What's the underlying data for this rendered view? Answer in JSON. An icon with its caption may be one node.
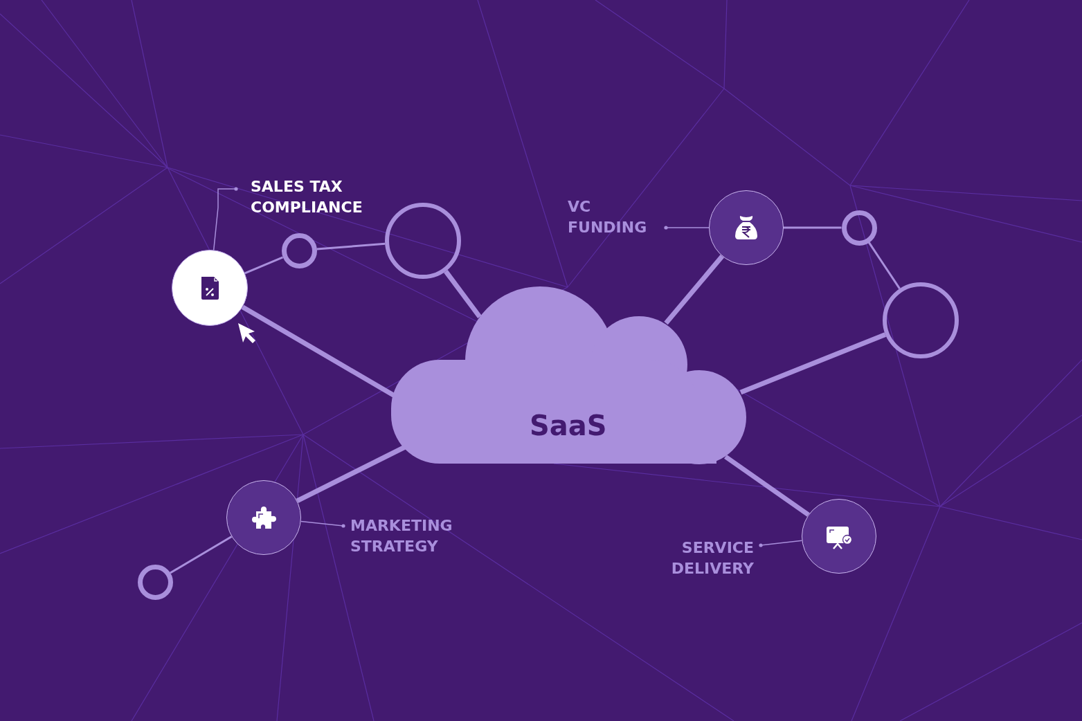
{
  "diagram": {
    "nodes": [
      {
        "text": [
          "SaaS"
        ]
      },
      {
        "text": [
          "SALES TAX COMPLIANCE"
        ]
      },
      {
        "text": [],
        "shape": "circle"
      },
      {
        "text": [],
        "shape": "circle"
      },
      {
        "text": [],
        "shape": "circle"
      },
      {
        "text": [
          "VC FUNDING"
        ]
      },
      {
        "text": [],
        "shape": "circle"
      },
      {
        "text": [],
        "shape": "circle"
      },
      {
        "text": [],
        "shape": "circle"
      },
      {
        "text": [
          "MARKETING STRATEGY"
        ]
      },
      {
        "text": [],
        "shape": "circle"
      },
      {
        "text": [],
        "shape": "circle"
      },
      {
        "text": [
          "SERVICE DELIVERY"
        ]
      },
      {
        "text": [],
        "shape": "circle"
      }
    ],
    "edges": [
      {
        "from": 2,
        "to": 0,
        "arrow": "none",
        "style": "thick"
      },
      {
        "from": 2,
        "to": 3,
        "arrow": "none"
      },
      {
        "from": 3,
        "to": 4,
        "arrow": "none"
      },
      {
        "from": 4,
        "to": 0,
        "arrow": "none",
        "style": "thick"
      },
      {
        "from": 1,
        "to": 2,
        "arrow": "other"
      },
      {
        "from": 6,
        "to": 0,
        "arrow": "none",
        "style": "thick"
      },
      {
        "from": 5,
        "to": 6,
        "arrow": "other"
      },
      {
        "from": 6,
        "to": 7,
        "arrow": "none"
      },
      {
        "from": 7,
        "to": 8,
        "arrow": "none"
      },
      {
        "from": 8,
        "to": 0,
        "arrow": "none",
        "style": "thick"
      },
      {
        "from": 10,
        "to": 0,
        "arrow": "none",
        "style": "thick"
      },
      {
        "from": 9,
        "to": 10,
        "arrow": "other"
      },
      {
        "from": 10,
        "to": 11,
        "arrow": "none"
      },
      {
        "from": 13,
        "to": 0,
        "arrow": "none",
        "style": "thick"
      },
      {
        "from": 12,
        "to": 13,
        "arrow": "other"
      }
    ]
  }
}
